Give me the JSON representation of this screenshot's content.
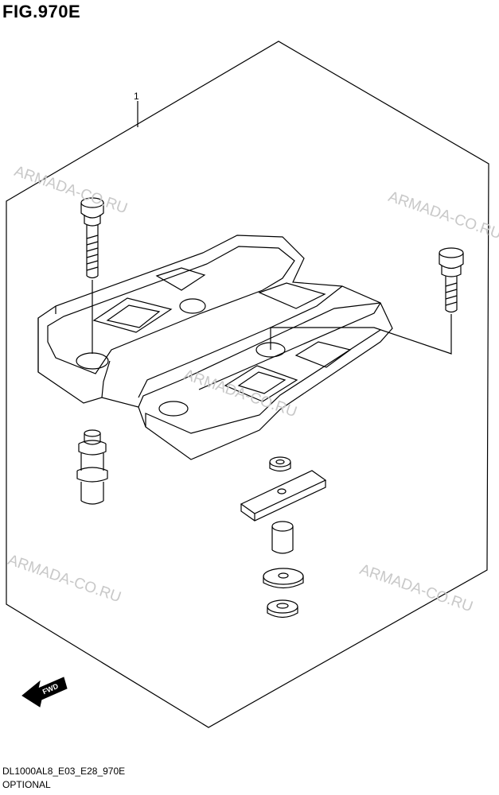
{
  "figure": {
    "title": "FIG.970E",
    "callout": "1",
    "fwd_label": "FWD"
  },
  "watermarks": [
    "ARMADA-CO.RU",
    "ARMADA-CO.RU",
    "ARMADA-CO.RU",
    "ARMADA-CO.RU",
    "ARMADA-CO.RU"
  ],
  "footer": {
    "code": "DL1000AL8_E03_E28_970E",
    "note": "OPTIONAL"
  }
}
